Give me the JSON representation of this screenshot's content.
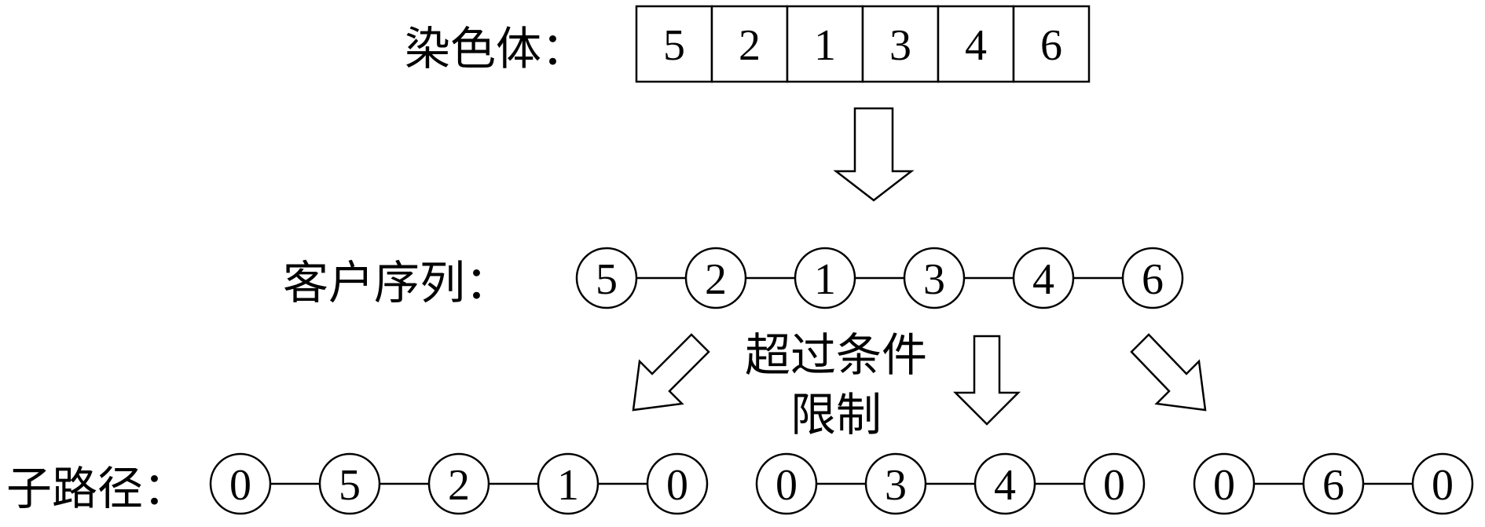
{
  "chromosome": {
    "label": "染色体：",
    "genes": [
      "5",
      "2",
      "1",
      "3",
      "4",
      "6"
    ]
  },
  "customer_sequence": {
    "label": "客户序列：",
    "nodes": [
      "5",
      "2",
      "1",
      "3",
      "4",
      "6"
    ]
  },
  "constraint_note": {
    "line1": "超过条件",
    "line2": "限制"
  },
  "subroutes": {
    "label": "子路径：",
    "routes": [
      [
        "0",
        "5",
        "2",
        "1",
        "0"
      ],
      [
        "0",
        "3",
        "4",
        "0"
      ],
      [
        "0",
        "6",
        "0"
      ]
    ]
  }
}
